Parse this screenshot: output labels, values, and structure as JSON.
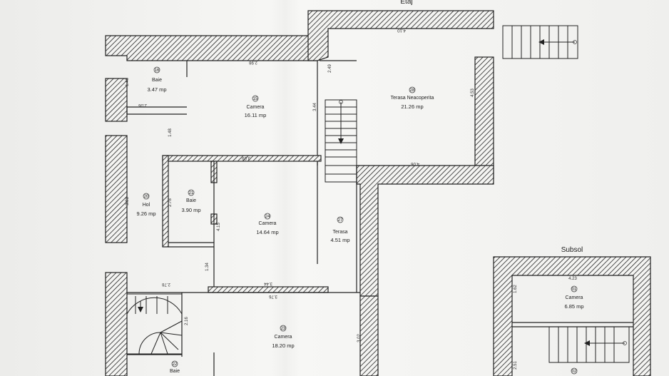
{
  "drawing": {
    "floor_title": "Etaj",
    "basement_title": "Subsol"
  },
  "rooms": {
    "baie_top": {
      "num": "16",
      "name": "Baie",
      "area": "3.47 mp"
    },
    "camera_top": {
      "num": "15",
      "name": "Camera",
      "area": "16.11 mp"
    },
    "terasa_neacoperita": {
      "num": "28",
      "name": "Terasa Neacoperita",
      "area": "21.26 mp"
    },
    "hol": {
      "num": "20",
      "name": "Hol",
      "area": "9.26 mp"
    },
    "baie_mid": {
      "num": "21",
      "name": "Baie",
      "area": "3.90 mp"
    },
    "camera_mid": {
      "num": "24",
      "name": "Camera",
      "area": "14.64 mp"
    },
    "terasa": {
      "num": "27",
      "name": "Terasa",
      "area": "4.51 mp"
    },
    "camera_bottom": {
      "num": "23",
      "name": "Camera",
      "area": "18.20 mp"
    },
    "baie_bottom": {
      "num": "22",
      "name": "Baie"
    },
    "camera_subsol": {
      "num": "01",
      "name": "Camera",
      "area": "6.85 mp"
    },
    "subsol_bottom": {
      "num": "02"
    }
  },
  "dimensions": {
    "d_410": "4.10",
    "d_298": "2.98",
    "d_146": "1.46",
    "d_206": "2.06",
    "d_148": "1.48",
    "d_249": "2.49",
    "d_344": "3.44",
    "d_453": "4.53",
    "d_406": "4.06",
    "d_309": "3.09",
    "d_381": "3.81",
    "d_278": "2.78",
    "d_415": "4.15",
    "d_134": "1.34",
    "d_278b": "2.78",
    "d_344b": "3.44",
    "d_376": "3.76",
    "d_216": "2.16",
    "d_302": "3.02",
    "d_423": "4.23",
    "d_162": "1.62",
    "d_251": "2.51"
  }
}
